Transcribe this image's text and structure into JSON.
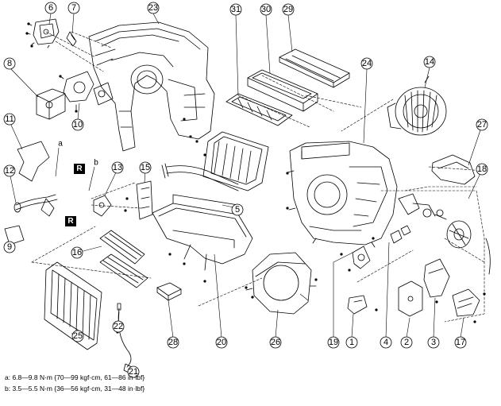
{
  "callouts": [
    "1",
    "2",
    "3",
    "4",
    "5",
    "6",
    "7",
    "8",
    "9",
    "10",
    "11",
    "12",
    "13",
    "14",
    "15",
    "16",
    "17",
    "18",
    "19",
    "20",
    "21",
    "22",
    "23",
    "24",
    "25",
    "26",
    "27",
    "28",
    "29",
    "30",
    "31"
  ],
  "letters": {
    "a": "a",
    "b": "b"
  },
  "reuse_mark": "R",
  "torque_specs": {
    "a": "a: 6.8—9.8 N·m {70—99 kgf·cm, 61—86 in·lbf}",
    "b": "b: 3.5—5.5 N·m {36—56 kgf·cm, 31—48 in·lbf}"
  }
}
